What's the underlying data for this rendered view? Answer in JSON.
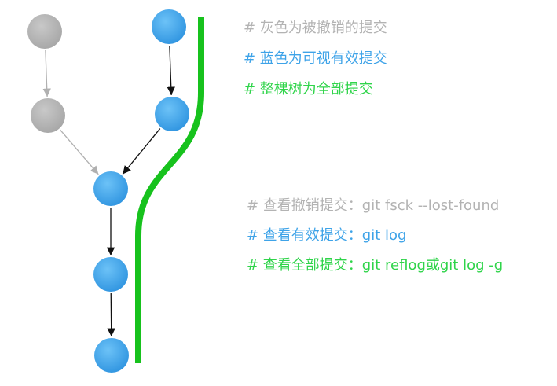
{
  "colors": {
    "gray": "#b0b0b0",
    "blue": "#3ea3e8",
    "green": "#2fd44a",
    "green_line": "#17c21d"
  },
  "nodes": [
    {
      "id": "gray-top",
      "color": "gray"
    },
    {
      "id": "gray-mid",
      "color": "gray"
    },
    {
      "id": "blue-top",
      "color": "blue"
    },
    {
      "id": "blue-mid",
      "color": "blue"
    },
    {
      "id": "merge",
      "color": "blue"
    },
    {
      "id": "after-merge",
      "color": "blue"
    },
    {
      "id": "latest",
      "color": "blue"
    }
  ],
  "edges": [
    {
      "from": "gray-top",
      "to": "gray-mid",
      "color": "gray"
    },
    {
      "from": "gray-mid",
      "to": "merge",
      "color": "gray"
    },
    {
      "from": "blue-top",
      "to": "blue-mid",
      "color": "black"
    },
    {
      "from": "blue-mid",
      "to": "merge",
      "color": "black"
    },
    {
      "from": "merge",
      "to": "after-merge",
      "color": "black"
    },
    {
      "from": "after-merge",
      "to": "latest",
      "color": "black"
    }
  ],
  "legend": {
    "gray": "# 灰色为被撤销的提交",
    "blue": "# 蓝色为可视有效提交",
    "green": "# 整棵树为全部提交"
  },
  "commands": {
    "gray": "# 查看撤销提交：git fsck --lost-found",
    "blue": "# 查看有效提交：git log",
    "green": "# 查看全部提交：git reflog或git log -g"
  }
}
